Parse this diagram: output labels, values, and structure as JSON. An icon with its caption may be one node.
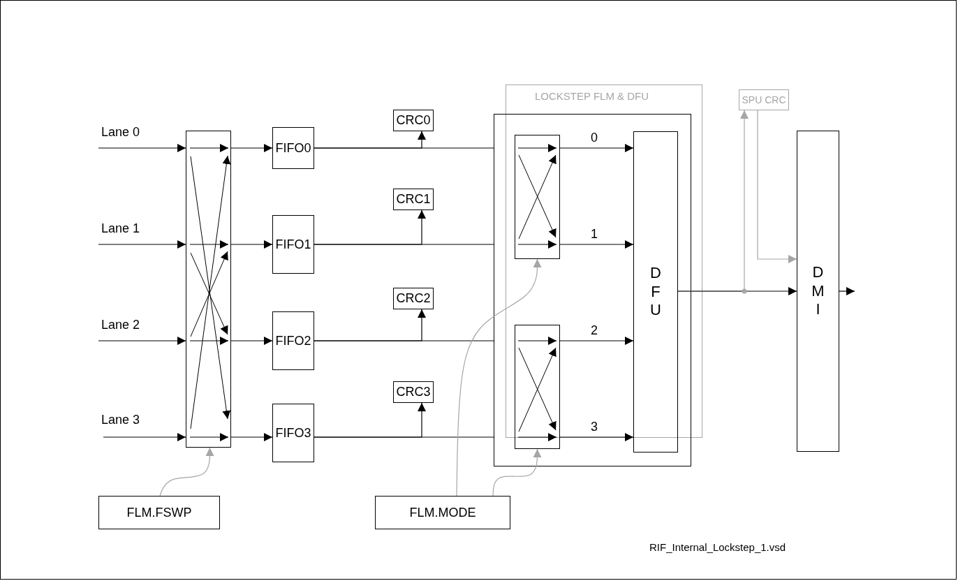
{
  "diagram": {
    "nodes": [
      {
        "text": [],
        "shape": "box"
      },
      {
        "text": [
          "FIFO0"
        ]
      },
      {
        "text": [
          "FIFO1"
        ]
      },
      {
        "text": [
          "FIFO2"
        ]
      },
      {
        "text": [
          "FIFO3"
        ]
      },
      {
        "text": [
          "CRC0"
        ]
      },
      {
        "text": [
          "CRC1"
        ]
      },
      {
        "text": [
          "CRC2"
        ]
      },
      {
        "text": [
          "CRC3"
        ]
      },
      {
        "text": [],
        "shape": "box"
      },
      {
        "text": [],
        "shape": "box",
        "in": 9
      },
      {
        "text": [],
        "shape": "box",
        "in": 9
      },
      {
        "text": [
          "DFU"
        ],
        "in": 9
      },
      {
        "text": [
          "SPU CRC"
        ]
      },
      {
        "text": [
          "DMI"
        ]
      },
      {
        "text": [
          "FLM.FSWP"
        ]
      },
      {
        "text": [
          "FLM.MODE"
        ]
      }
    ],
    "edges": [
      {
        "from": null,
        "to": 0,
        "arrow": "to",
        "label": "Lane 0"
      },
      {
        "from": null,
        "to": 0,
        "arrow": "to",
        "label": "Lane 1"
      },
      {
        "from": null,
        "to": 0,
        "arrow": "to",
        "label": "Lane 2"
      },
      {
        "from": null,
        "to": 0,
        "arrow": "to",
        "label": "Lane 3"
      },
      {
        "from": 0,
        "to": 1,
        "arrow": "to"
      },
      {
        "from": 0,
        "to": 2,
        "arrow": "to"
      },
      {
        "from": 0,
        "to": 3,
        "arrow": "to"
      },
      {
        "from": 0,
        "to": 4,
        "arrow": "to"
      },
      {
        "from": 1,
        "to": 9,
        "arrow": "none"
      },
      {
        "from": 2,
        "to": 9,
        "arrow": "none"
      },
      {
        "from": 3,
        "to": 9,
        "arrow": "none"
      },
      {
        "from": 4,
        "to": 9,
        "arrow": "none"
      },
      {
        "from": 1,
        "to": 5,
        "arrow": "to"
      },
      {
        "from": 2,
        "to": 6,
        "arrow": "to"
      },
      {
        "from": 3,
        "to": 7,
        "arrow": "to"
      },
      {
        "from": 4,
        "to": 8,
        "arrow": "to"
      },
      {
        "from": 10,
        "to": 12,
        "arrow": "to",
        "label": "0"
      },
      {
        "from": 10,
        "to": 12,
        "arrow": "to",
        "label": "1"
      },
      {
        "from": 11,
        "to": 12,
        "arrow": "to",
        "label": "2"
      },
      {
        "from": 11,
        "to": 12,
        "arrow": "to",
        "label": "3"
      },
      {
        "from": 15,
        "to": 0,
        "arrow": "to",
        "color": "#a6a6a6"
      },
      {
        "from": 16,
        "to": 10,
        "arrow": "to",
        "color": "#a6a6a6"
      },
      {
        "from": 16,
        "to": 11,
        "arrow": "to",
        "color": "#a6a6a6"
      },
      {
        "from": 12,
        "to": 13,
        "arrow": "to",
        "color": "#a6a6a6"
      },
      {
        "from": 13,
        "to": 14,
        "arrow": "to",
        "color": "#a6a6a6"
      },
      {
        "from": 12,
        "to": 14,
        "arrow": "to"
      },
      {
        "from": 14,
        "to": null,
        "arrow": "to"
      }
    ],
    "labels": [
      "LOCKSTEP FLM & DFU",
      "RIF_Internal_Lockstep_1.vsd"
    ]
  }
}
